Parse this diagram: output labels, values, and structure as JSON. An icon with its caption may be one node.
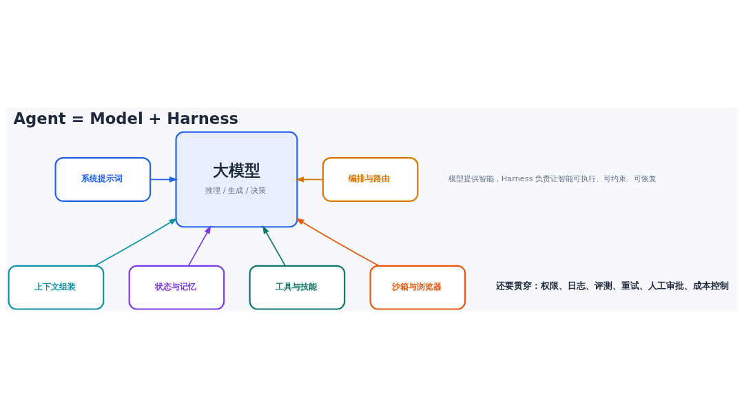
{
  "diagram": {
    "title": "Agent = Model + Harness",
    "nodes": [
      {
        "text": [
          "系统提示词"
        ]
      },
      {
        "text": [
          "编排与路由"
        ]
      },
      {
        "text": [
          "大模型",
          "推理 / 生成 / 决策"
        ]
      },
      {
        "text": [
          "上下文组装"
        ]
      },
      {
        "text": [
          "状态与记忆"
        ]
      },
      {
        "text": [
          "工具与技能"
        ]
      },
      {
        "text": [
          "沙箱与浏览器"
        ]
      }
    ],
    "edges": [
      {
        "from": 0,
        "to": 2,
        "arrow": "to",
        "color": "#2563eb"
      },
      {
        "from": 1,
        "to": 2,
        "arrow": "to",
        "color": "#d97706"
      },
      {
        "from": 3,
        "to": 2,
        "arrow": "to",
        "color": "#0e93a8"
      },
      {
        "from": 4,
        "to": 2,
        "arrow": "to",
        "color": "#7c3aed"
      },
      {
        "from": 5,
        "to": 2,
        "arrow": "to",
        "color": "#0f766e"
      },
      {
        "from": 6,
        "to": 2,
        "arrow": "to",
        "color": "#ea580c"
      }
    ],
    "labels": [
      "模型提供智能，Harness 负责让智能可执行、可约束、可恢复",
      "还要贯穿：权限、日志、评测、重试、人工审批、成本控制"
    ]
  }
}
